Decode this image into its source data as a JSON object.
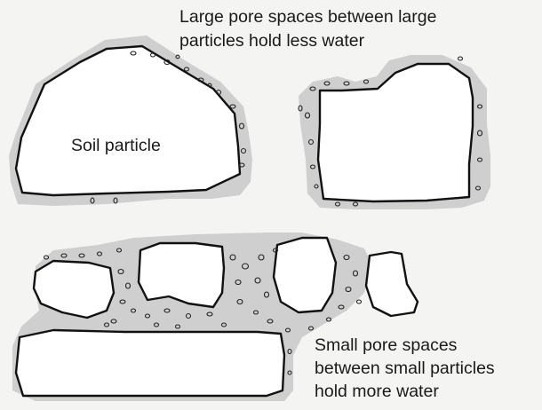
{
  "labels": {
    "top_caption": [
      "Large pore spaces between large",
      "particles hold less water"
    ],
    "particle_label": "Soil particle",
    "bottom_caption": [
      "Small pore spaces",
      "between small particles",
      "hold more water"
    ]
  },
  "colors": {
    "background": "#f4f4f2",
    "water_film": "#cfcfcf",
    "outline": "#111111",
    "particle_fill": "#ffffff"
  }
}
